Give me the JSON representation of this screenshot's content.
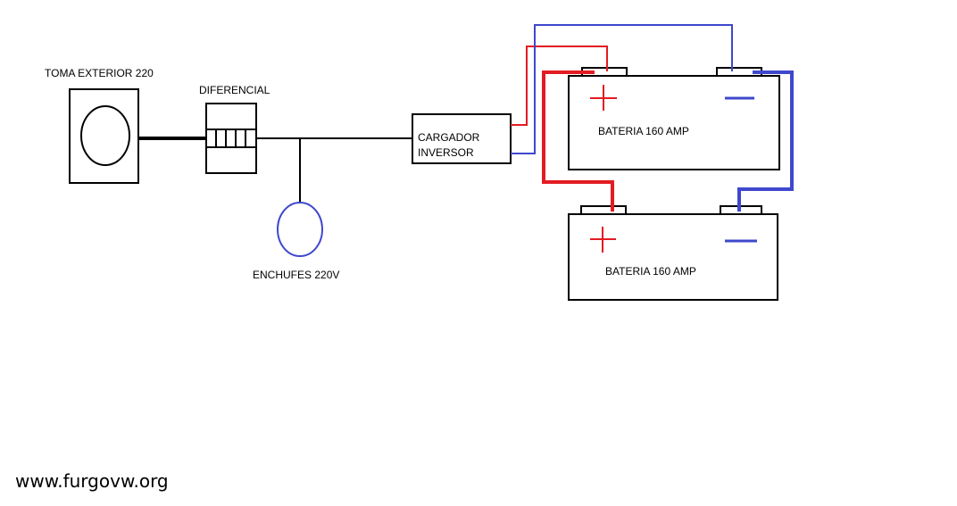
{
  "labels": {
    "toma_exterior": "TOMA EXTERIOR 220",
    "diferencial": "DIFERENCIAL",
    "enchufes": "ENCHUFES 220V",
    "cargador_line1": "CARGADOR",
    "cargador_line2": "INVERSOR",
    "bateria_top": "BATERIA 160 AMP",
    "bateria_bottom": "BATERIA 160 AMP"
  },
  "watermark": "www.furgovw.org",
  "colors": {
    "wire": "#000000",
    "positive": "#e31b23",
    "negative": "#3f48cc",
    "outlet": "#3f48cc"
  }
}
